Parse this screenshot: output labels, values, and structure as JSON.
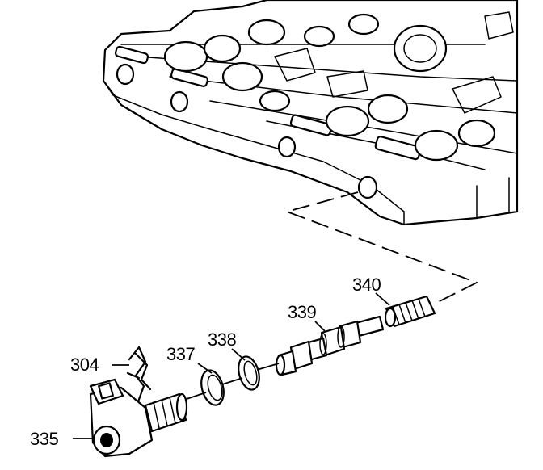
{
  "callouts": {
    "c304": "304",
    "c335": "335",
    "c337": "337",
    "c338": "338",
    "c339": "339",
    "c340": "340"
  },
  "parts": [
    {
      "id": "304",
      "icon": "retainer-clip-icon"
    },
    {
      "id": "335",
      "icon": "solenoid-icon"
    },
    {
      "id": "337",
      "icon": "o-ring-icon"
    },
    {
      "id": "338",
      "icon": "o-ring-icon"
    },
    {
      "id": "339",
      "icon": "valve-icon"
    },
    {
      "id": "340",
      "icon": "spring-icon"
    }
  ],
  "colors": {
    "ink": "#000000",
    "paper": "#ffffff"
  }
}
